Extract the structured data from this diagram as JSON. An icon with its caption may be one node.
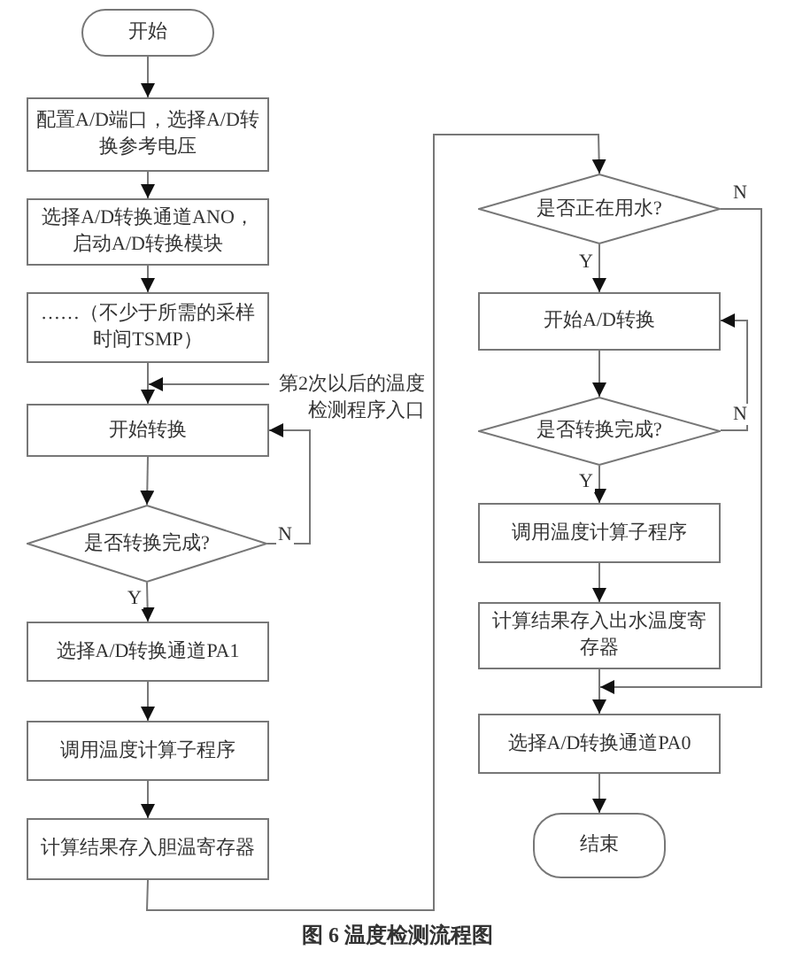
{
  "diagram": {
    "caption": "图 6 温度检测流程图",
    "nodes": [
      {
        "text": [
          "开始"
        ]
      },
      {
        "text": [
          "配置A/D端口，选择A/D转换参考电压"
        ]
      },
      {
        "text": [
          "选择A/D转换通道ANO，启动A/D转换模块"
        ]
      },
      {
        "text": [
          "……（不少于所需的采样时间TSMP）"
        ]
      },
      {
        "text": [
          "第2次以后的温度检测程序入口"
        ]
      },
      {
        "text": [
          "开始转换"
        ]
      },
      {
        "text": [
          "是否转换完成?"
        ]
      },
      {
        "text": [
          "选择A/D转换通道PA1"
        ]
      },
      {
        "text": [
          "调用温度计算子程序"
        ]
      },
      {
        "text": [
          "计算结果存入胆温寄存器"
        ]
      },
      {
        "text": [
          "是否正在用水?"
        ]
      },
      {
        "text": [
          "开始A/D转换"
        ]
      },
      {
        "text": [
          "是否转换完成?"
        ]
      },
      {
        "text": [
          "调用温度计算子程序"
        ]
      },
      {
        "text": [
          "计算结果存入出水温度寄存器"
        ]
      },
      {
        "text": [
          "选择A/D转换通道PA0"
        ]
      },
      {
        "text": [
          "结束"
        ]
      }
    ],
    "edges": [
      {
        "from": 0,
        "to": 1,
        "arrow": "to"
      },
      {
        "from": 1,
        "to": 2,
        "arrow": "to"
      },
      {
        "from": 2,
        "to": 3,
        "arrow": "to"
      },
      {
        "from": 3,
        "to": 5,
        "arrow": "to"
      },
      {
        "from": 4,
        "to": 5,
        "arrow": "to"
      },
      {
        "from": 5,
        "to": 6,
        "arrow": "to"
      },
      {
        "from": 6,
        "to": 7,
        "arrow": "to",
        "label": "Y"
      },
      {
        "from": 6,
        "to": 5,
        "arrow": "to",
        "label": "N"
      },
      {
        "from": 7,
        "to": 8,
        "arrow": "to"
      },
      {
        "from": 8,
        "to": 9,
        "arrow": "to"
      },
      {
        "from": 9,
        "to": 10,
        "arrow": "to"
      },
      {
        "from": 10,
        "to": 11,
        "arrow": "to",
        "label": "Y"
      },
      {
        "from": 10,
        "to": 15,
        "arrow": "to",
        "label": "N"
      },
      {
        "from": 11,
        "to": 12,
        "arrow": "to"
      },
      {
        "from": 12,
        "to": 13,
        "arrow": "to",
        "label": "Y"
      },
      {
        "from": 12,
        "to": 11,
        "arrow": "to",
        "label": "N"
      },
      {
        "from": 13,
        "to": 14,
        "arrow": "to"
      },
      {
        "from": 14,
        "to": 15,
        "arrow": "to"
      },
      {
        "from": 15,
        "to": 16,
        "arrow": "to"
      }
    ]
  }
}
